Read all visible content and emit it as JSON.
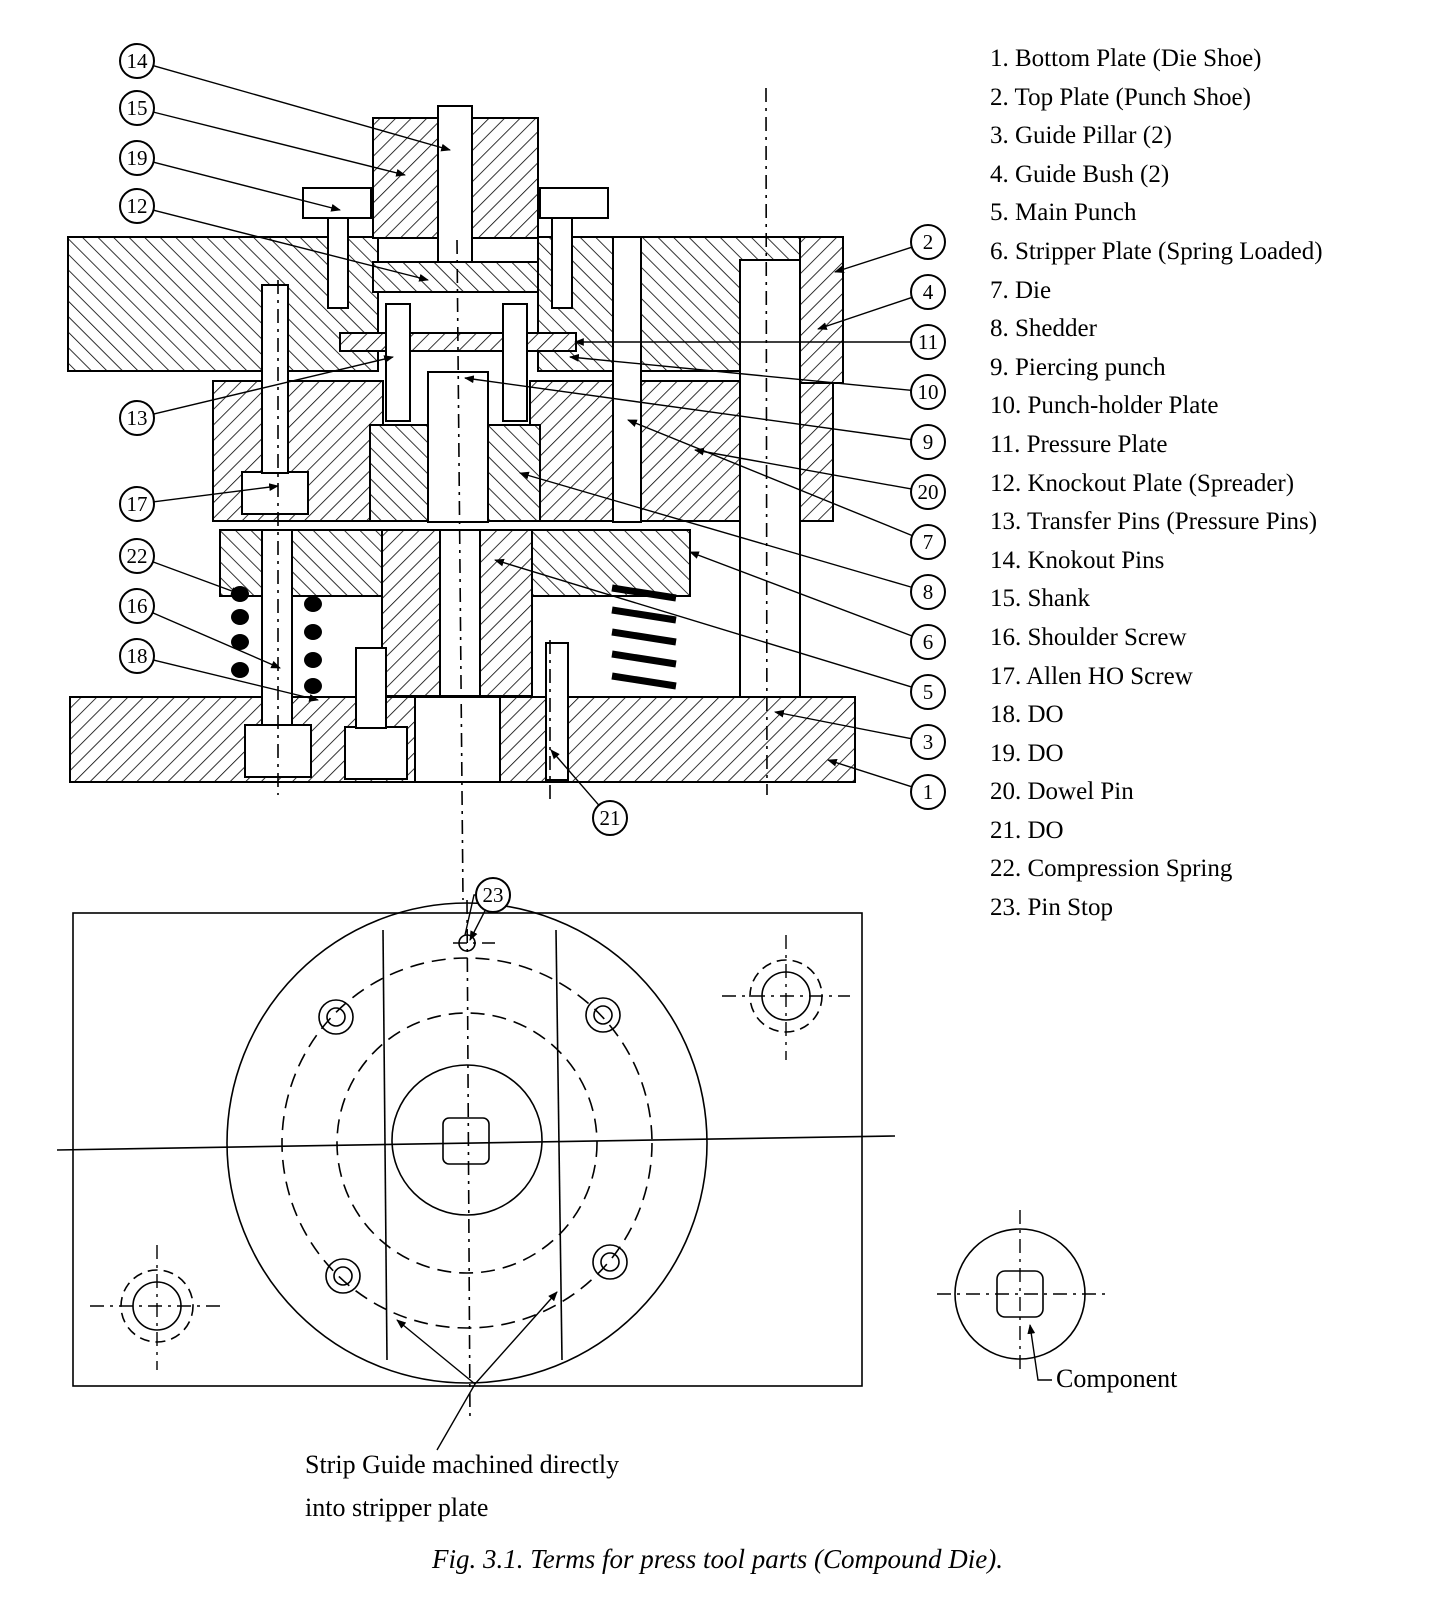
{
  "legend": [
    "1. Bottom Plate (Die Shoe)",
    "2. Top Plate (Punch Shoe)",
    "3. Guide Pillar (2)",
    "4. Guide Bush (2)",
    "5. Main Punch",
    "6. Stripper Plate (Spring Loaded)",
    "7. Die",
    "8. Shedder",
    "9. Piercing punch",
    "10. Punch-holder Plate",
    "11. Pressure Plate",
    "12. Knockout Plate (Spreader)",
    "13. Transfer Pins (Pressure Pins)",
    "14. Knokout Pins",
    "15. Shank",
    "16. Shoulder Screw",
    "17. Allen HO Screw",
    "18. DO",
    "19. DO",
    "20. Dowel Pin",
    "21. DO",
    "22. Compression Spring",
    "23. Pin Stop"
  ],
  "callouts": [
    "14",
    "15",
    "19",
    "12",
    "13",
    "17",
    "22",
    "16",
    "18",
    "2",
    "4",
    "11",
    "10",
    "9",
    "20",
    "7",
    "8",
    "6",
    "5",
    "3",
    "1",
    "21",
    "23"
  ],
  "labels": {
    "component": "Component",
    "strip_guide_line1": "Strip Guide machined directly",
    "strip_guide_line2": "into stripper plate"
  },
  "caption": "Fig. 3.1. Terms for press tool parts (Compound Die)."
}
